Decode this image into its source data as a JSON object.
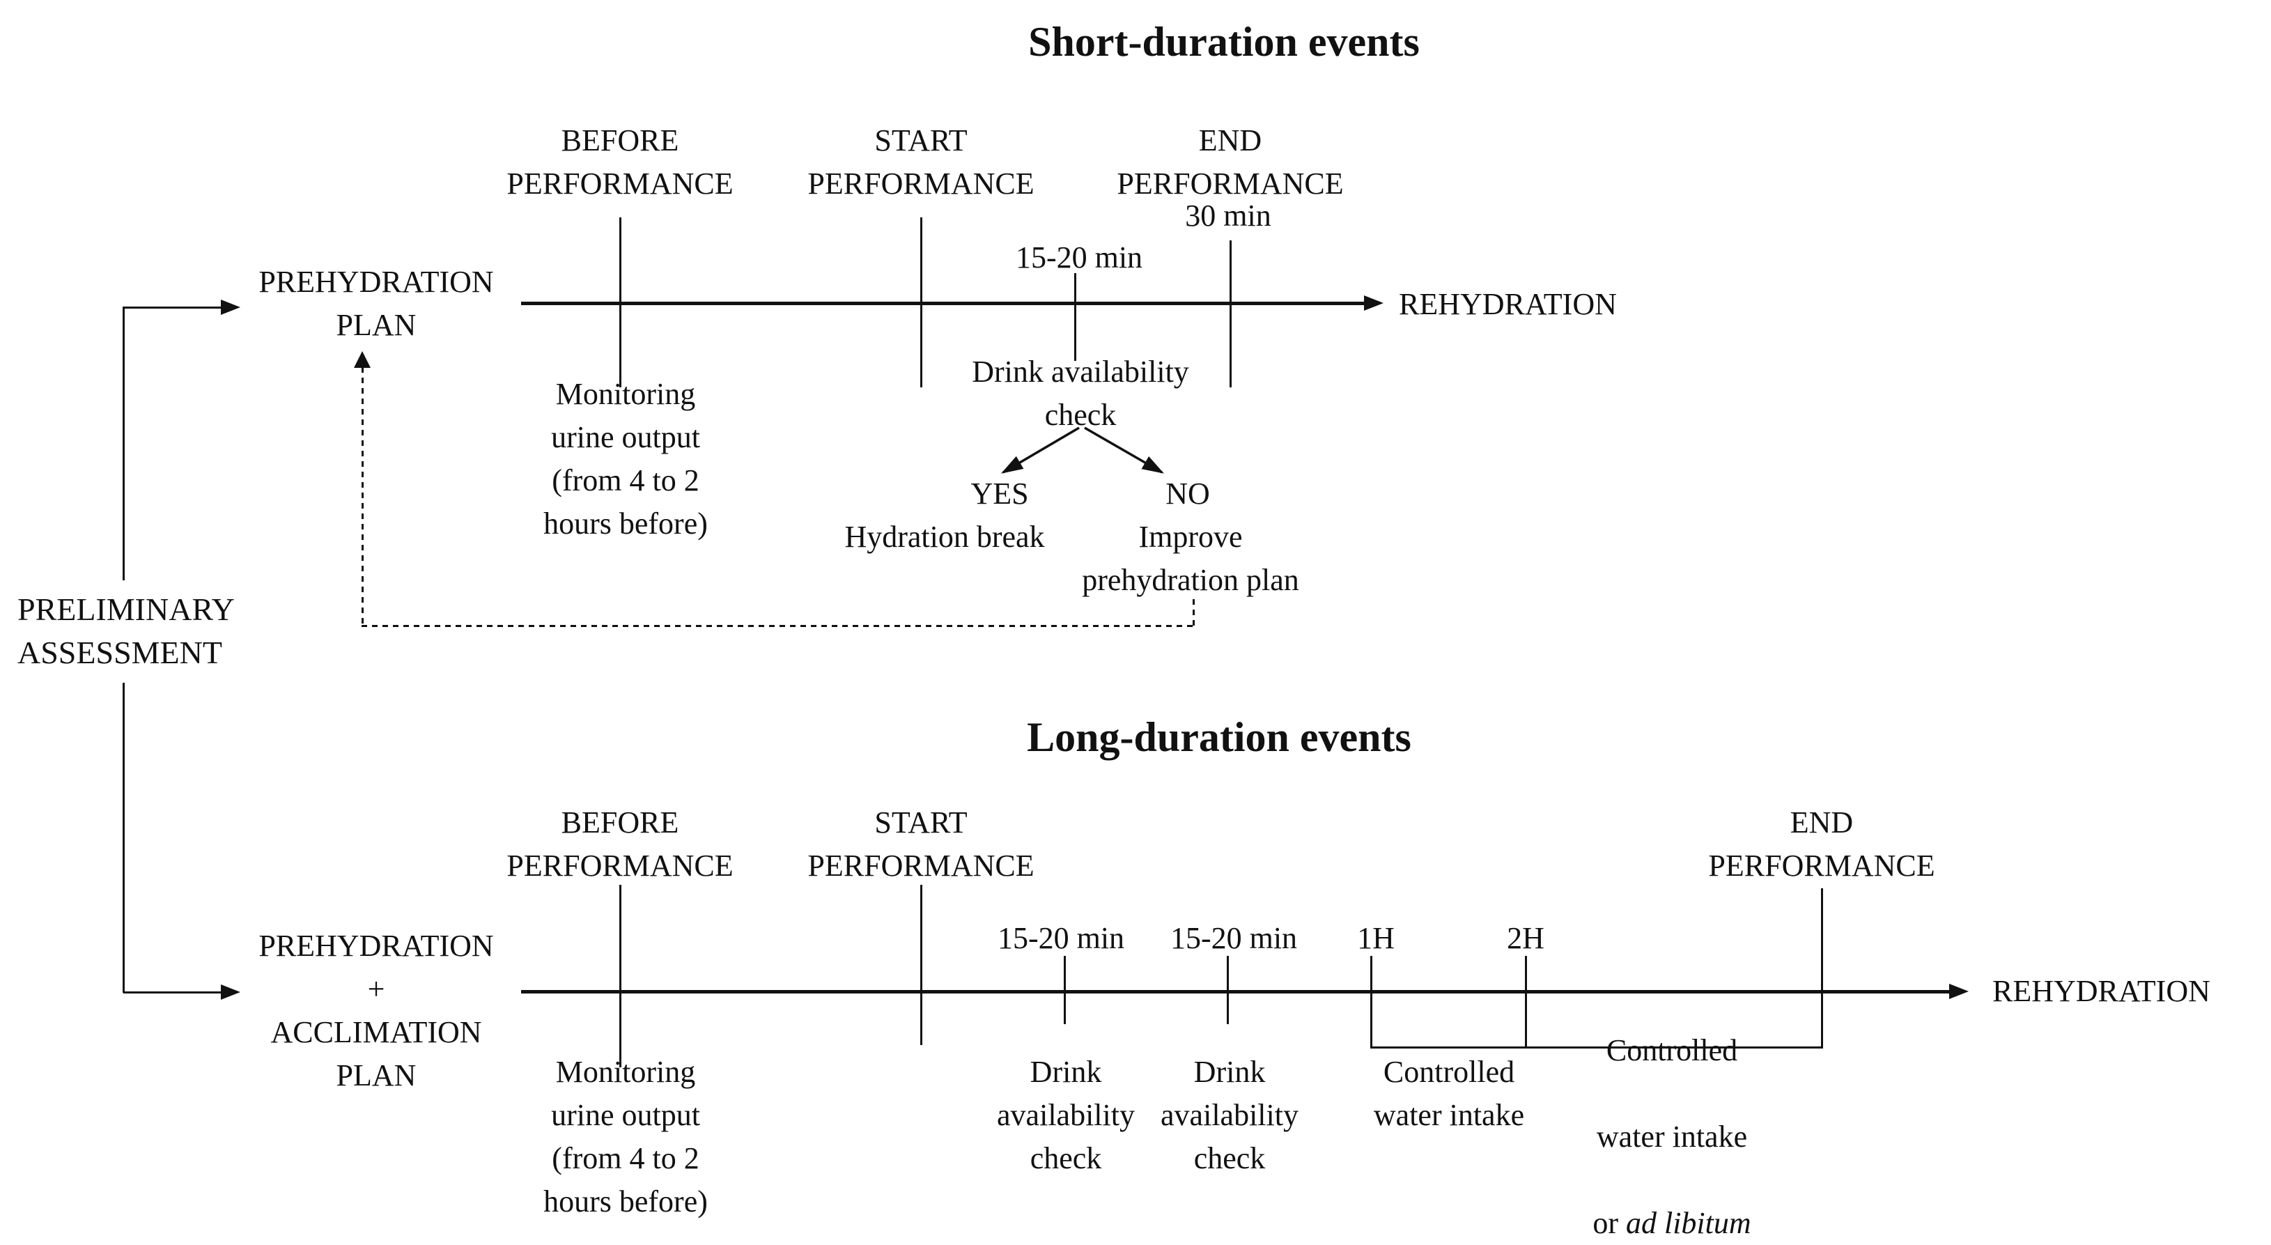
{
  "colors": {
    "ink": "#111111",
    "background": "#ffffff"
  },
  "preliminary": {
    "label": "PRELIMINARY\nASSESSMENT"
  },
  "short": {
    "title": "Short-duration events",
    "plan": "PREHYDRATION\nPLAN",
    "before": "BEFORE\nPERFORMANCE",
    "start": "START\nPERFORMANCE",
    "end": "END\nPERFORMANCE",
    "thirty_min": "30 min",
    "fifteen_twenty": "15-20 min",
    "rehydration": "REHYDRATION",
    "monitoring": "Monitoring\nurine output\n(from 4 to 2\nhours before)",
    "drink_check": "Drink availability\ncheck",
    "yes": "YES",
    "yes_action": "Hydration break",
    "no": "NO",
    "no_action": "Improve\nprehydration plan"
  },
  "long": {
    "title": "Long-duration events",
    "plan": "PREHYDRATION\n+\nACCLIMATION\nPLAN",
    "before": "BEFORE\nPERFORMANCE",
    "start": "START\nPERFORMANCE",
    "end": "END\nPERFORMANCE",
    "fifteen_twenty_1": "15-20 min",
    "fifteen_twenty_2": "15-20 min",
    "one_h": "1H",
    "two_h": "2H",
    "rehydration": "REHYDRATION",
    "monitoring": "Monitoring\nurine output\n(from 4 to 2\nhours before)",
    "drink_check_1": "Drink\navailability\ncheck",
    "drink_check_2": "Drink\navailability\ncheck",
    "controlled_1": "Controlled\nwater intake",
    "controlled_2_l1": "Controlled",
    "controlled_2_l2": "water intake",
    "controlled_2_or": "or ",
    "controlled_2_adlib": "ad libitum"
  }
}
